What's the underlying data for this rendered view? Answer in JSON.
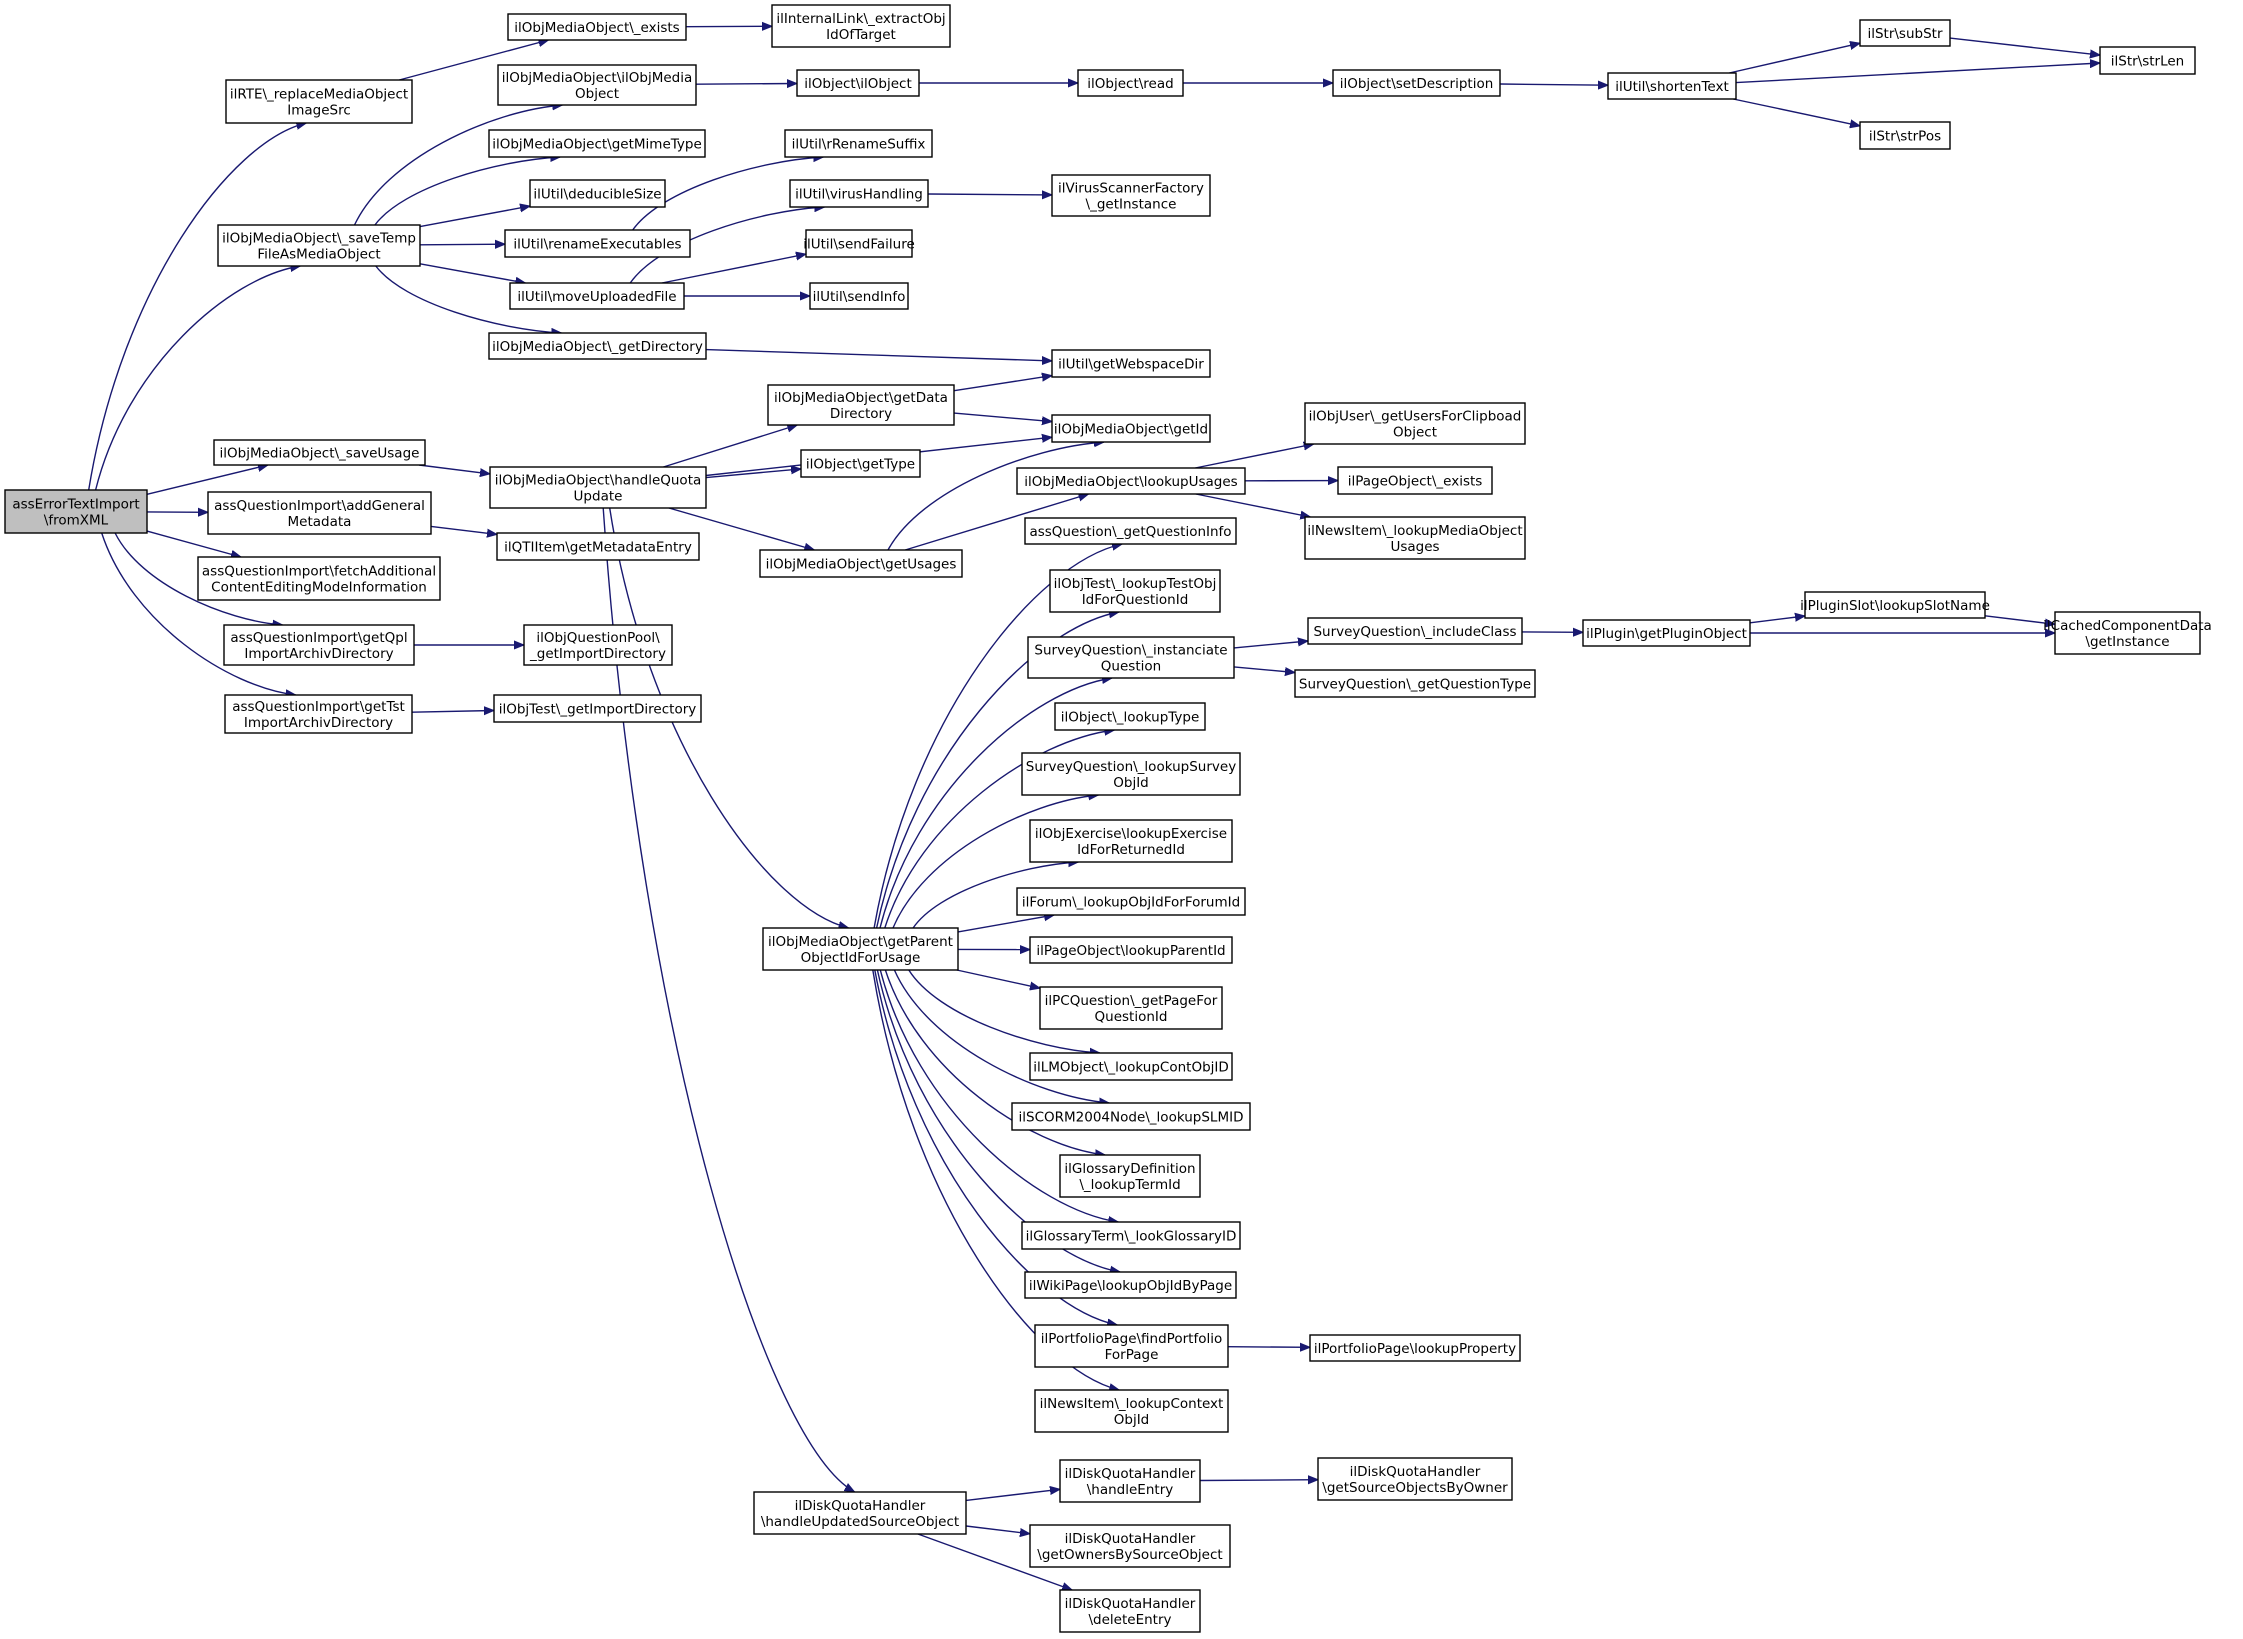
{
  "diagram": {
    "type": "call-graph",
    "colors": {
      "edge": "#191970",
      "root_fill": "#bfbfbf",
      "node_fill": "#ffffff",
      "border": "#000000"
    },
    "root": "n_root",
    "nodes": [
      {
        "id": "n_root",
        "lines": [
          "assErrorTextImport",
          "\\fromXML"
        ]
      },
      {
        "id": "n_rte",
        "lines": [
          "ilRTE\\_replaceMediaObject",
          "ImageSrc"
        ]
      },
      {
        "id": "n_savetemp",
        "lines": [
          "ilObjMediaObject\\_saveTemp",
          "FileAsMediaObject"
        ]
      },
      {
        "id": "n_saveusage",
        "lines": [
          "ilObjMediaObject\\_saveUsage"
        ]
      },
      {
        "id": "n_addgen",
        "lines": [
          "assQuestionImport\\addGeneral",
          "Metadata"
        ]
      },
      {
        "id": "n_fetch",
        "lines": [
          "assQuestionImport\\fetchAdditional",
          "ContentEditingModeInformation"
        ]
      },
      {
        "id": "n_getqpl",
        "lines": [
          "assQuestionImport\\getQpl",
          "ImportArchivDirectory"
        ]
      },
      {
        "id": "n_gettst",
        "lines": [
          "assQuestionImport\\getTst",
          "ImportArchivDirectory"
        ]
      },
      {
        "id": "n_exists",
        "lines": [
          "ilObjMediaObject\\_exists"
        ]
      },
      {
        "id": "n_ctor",
        "lines": [
          "ilObjMediaObject\\ilObjMedia",
          "Object"
        ]
      },
      {
        "id": "n_mime",
        "lines": [
          "ilObjMediaObject\\getMimeType"
        ]
      },
      {
        "id": "n_dedsize",
        "lines": [
          "ilUtil\\deducibleSize"
        ]
      },
      {
        "id": "n_renexec",
        "lines": [
          "ilUtil\\renameExecutables"
        ]
      },
      {
        "id": "n_moveup",
        "lines": [
          "ilUtil\\moveUploadedFile"
        ]
      },
      {
        "id": "n_getdir",
        "lines": [
          "ilObjMediaObject\\_getDirectory"
        ]
      },
      {
        "id": "n_handlequota",
        "lines": [
          "ilObjMediaObject\\handleQuota",
          "Update"
        ]
      },
      {
        "id": "n_qtiitem",
        "lines": [
          "ilQTIItem\\getMetadataEntry"
        ]
      },
      {
        "id": "n_qpldir",
        "lines": [
          "ilObjQuestionPool\\",
          "_getImportDirectory"
        ]
      },
      {
        "id": "n_tstdir",
        "lines": [
          "ilObjTest\\_getImportDirectory"
        ]
      },
      {
        "id": "n_intlink",
        "lines": [
          "ilInternalLink\\_extractObj",
          "IdOfTarget"
        ]
      },
      {
        "id": "n_ilobject",
        "lines": [
          "ilObject\\ilObject"
        ]
      },
      {
        "id": "n_rrename",
        "lines": [
          "ilUtil\\rRenameSuffix"
        ]
      },
      {
        "id": "n_virus",
        "lines": [
          "ilUtil\\virusHandling"
        ]
      },
      {
        "id": "n_sendfail",
        "lines": [
          "ilUtil\\sendFailure"
        ]
      },
      {
        "id": "n_sendinfo",
        "lines": [
          "ilUtil\\sendInfo"
        ]
      },
      {
        "id": "n_webdir",
        "lines": [
          "ilUtil\\getWebspaceDir"
        ]
      },
      {
        "id": "n_getdatadir",
        "lines": [
          "ilObjMediaObject\\getData",
          "Directory"
        ]
      },
      {
        "id": "n_gettype",
        "lines": [
          "ilObject\\getType"
        ]
      },
      {
        "id": "n_getusages",
        "lines": [
          "ilObjMediaObject\\getUsages"
        ]
      },
      {
        "id": "n_getparent",
        "lines": [
          "ilObjMediaObject\\getParent",
          "ObjectIdForUsage"
        ]
      },
      {
        "id": "n_diskupd",
        "lines": [
          "ilDiskQuotaHandler",
          "\\handleUpdatedSourceObject"
        ]
      },
      {
        "id": "n_read",
        "lines": [
          "ilObject\\read"
        ]
      },
      {
        "id": "n_virusfac",
        "lines": [
          "ilVirusScannerFactory",
          "\\_getInstance"
        ]
      },
      {
        "id": "n_getid",
        "lines": [
          "ilObjMediaObject\\getId"
        ]
      },
      {
        "id": "n_lookupusages",
        "lines": [
          "ilObjMediaObject\\lookupUsages"
        ]
      },
      {
        "id": "n_getqinfo",
        "lines": [
          "assQuestion\\_getQuestionInfo"
        ]
      },
      {
        "id": "n_lookuptestobj",
        "lines": [
          "ilObjTest\\_lookupTestObj",
          "IdForQuestionId"
        ]
      },
      {
        "id": "n_instq",
        "lines": [
          "SurveyQuestion\\_instanciate",
          "Question"
        ]
      },
      {
        "id": "n_lookuptype",
        "lines": [
          "ilObject\\_lookupType"
        ]
      },
      {
        "id": "n_lookupsurvey",
        "lines": [
          "SurveyQuestion\\_lookupSurvey",
          "ObjId"
        ]
      },
      {
        "id": "n_lookupexercise",
        "lines": [
          "ilObjExercise\\lookupExercise",
          "IdForReturnedId"
        ]
      },
      {
        "id": "n_forum",
        "lines": [
          "ilForum\\_lookupObjIdForForumId"
        ]
      },
      {
        "id": "n_pageparent",
        "lines": [
          "ilPageObject\\lookupParentId"
        ]
      },
      {
        "id": "n_pcquestion",
        "lines": [
          "ilPCQuestion\\_getPageFor",
          "QuestionId"
        ]
      },
      {
        "id": "n_lmobject",
        "lines": [
          "ilLMObject\\_lookupContObjID"
        ]
      },
      {
        "id": "n_scorm",
        "lines": [
          "ilSCORM2004Node\\_lookupSLMID"
        ]
      },
      {
        "id": "n_glossdef",
        "lines": [
          "ilGlossaryDefinition",
          "\\_lookupTermId"
        ]
      },
      {
        "id": "n_glossterm",
        "lines": [
          "ilGlossaryTerm\\_lookGlossaryID"
        ]
      },
      {
        "id": "n_wiki",
        "lines": [
          "ilWikiPage\\lookupObjIdByPage"
        ]
      },
      {
        "id": "n_portfind",
        "lines": [
          "ilPortfolioPage\\findPortfolio",
          "ForPage"
        ]
      },
      {
        "id": "n_newsctx",
        "lines": [
          "ilNewsItem\\_lookupContext",
          "ObjId"
        ]
      },
      {
        "id": "n_diskhandle",
        "lines": [
          "ilDiskQuotaHandler",
          "\\handleEntry"
        ]
      },
      {
        "id": "n_diskowners",
        "lines": [
          "ilDiskQuotaHandler",
          "\\getOwnersBySourceObject"
        ]
      },
      {
        "id": "n_diskdelete",
        "lines": [
          "ilDiskQuotaHandler",
          "\\deleteEntry"
        ]
      },
      {
        "id": "n_setdesc",
        "lines": [
          "ilObject\\setDescription"
        ]
      },
      {
        "id": "n_usersclip",
        "lines": [
          "ilObjUser\\_getUsersForClipboad",
          "Object"
        ]
      },
      {
        "id": "n_pageexists",
        "lines": [
          "ilPageObject\\_exists"
        ]
      },
      {
        "id": "n_newsmedia",
        "lines": [
          "ilNewsItem\\_lookupMediaObject",
          "Usages"
        ]
      },
      {
        "id": "n_includeclass",
        "lines": [
          "SurveyQuestion\\_includeClass"
        ]
      },
      {
        "id": "n_getqtype",
        "lines": [
          "SurveyQuestion\\_getQuestionType"
        ]
      },
      {
        "id": "n_portprop",
        "lines": [
          "ilPortfolioPage\\lookupProperty"
        ]
      },
      {
        "id": "n_diskgetsrc",
        "lines": [
          "ilDiskQuotaHandler",
          "\\getSourceObjectsByOwner"
        ]
      },
      {
        "id": "n_shorten",
        "lines": [
          "ilUtil\\shortenText"
        ]
      },
      {
        "id": "n_plugin",
        "lines": [
          "ilPlugin\\getPluginObject"
        ]
      },
      {
        "id": "n_substr",
        "lines": [
          "ilStr\\subStr"
        ]
      },
      {
        "id": "n_strpos",
        "lines": [
          "ilStr\\strPos"
        ]
      },
      {
        "id": "n_slot",
        "lines": [
          "ilPluginSlot\\lookupSlotName"
        ]
      },
      {
        "id": "n_strlen",
        "lines": [
          "ilStr\\strLen"
        ]
      },
      {
        "id": "n_cached",
        "lines": [
          "ilCachedComponentData",
          "\\getInstance"
        ]
      }
    ],
    "edges": [
      [
        "n_root",
        "n_rte"
      ],
      [
        "n_root",
        "n_savetemp"
      ],
      [
        "n_root",
        "n_saveusage"
      ],
      [
        "n_root",
        "n_addgen"
      ],
      [
        "n_root",
        "n_fetch"
      ],
      [
        "n_root",
        "n_getqpl"
      ],
      [
        "n_root",
        "n_gettst"
      ],
      [
        "n_rte",
        "n_exists"
      ],
      [
        "n_exists",
        "n_intlink"
      ],
      [
        "n_savetemp",
        "n_ctor"
      ],
      [
        "n_savetemp",
        "n_mime"
      ],
      [
        "n_savetemp",
        "n_dedsize"
      ],
      [
        "n_savetemp",
        "n_renexec"
      ],
      [
        "n_savetemp",
        "n_moveup"
      ],
      [
        "n_savetemp",
        "n_getdir"
      ],
      [
        "n_ctor",
        "n_ilobject"
      ],
      [
        "n_ilobject",
        "n_read"
      ],
      [
        "n_read",
        "n_setdesc"
      ],
      [
        "n_setdesc",
        "n_shorten"
      ],
      [
        "n_shorten",
        "n_substr"
      ],
      [
        "n_shorten",
        "n_strlen"
      ],
      [
        "n_shorten",
        "n_strpos"
      ],
      [
        "n_substr",
        "n_strlen"
      ],
      [
        "n_renexec",
        "n_rrename"
      ],
      [
        "n_moveup",
        "n_virus"
      ],
      [
        "n_moveup",
        "n_sendfail"
      ],
      [
        "n_moveup",
        "n_sendinfo"
      ],
      [
        "n_virus",
        "n_virusfac"
      ],
      [
        "n_getdir",
        "n_webdir"
      ],
      [
        "n_saveusage",
        "n_handlequota"
      ],
      [
        "n_handlequota",
        "n_getdatadir"
      ],
      [
        "n_handlequota",
        "n_gettype"
      ],
      [
        "n_handlequota",
        "n_getid"
      ],
      [
        "n_handlequota",
        "n_getusages"
      ],
      [
        "n_handlequota",
        "n_getparent"
      ],
      [
        "n_handlequota",
        "n_diskupd"
      ],
      [
        "n_getdatadir",
        "n_webdir"
      ],
      [
        "n_getdatadir",
        "n_getid"
      ],
      [
        "n_getusages",
        "n_getid"
      ],
      [
        "n_getusages",
        "n_lookupusages"
      ],
      [
        "n_lookupusages",
        "n_usersclip"
      ],
      [
        "n_lookupusages",
        "n_pageexists"
      ],
      [
        "n_lookupusages",
        "n_newsmedia"
      ],
      [
        "n_addgen",
        "n_qtiitem"
      ],
      [
        "n_getqpl",
        "n_qpldir"
      ],
      [
        "n_gettst",
        "n_tstdir"
      ],
      [
        "n_getparent",
        "n_getqinfo"
      ],
      [
        "n_getparent",
        "n_lookuptestobj"
      ],
      [
        "n_getparent",
        "n_instq"
      ],
      [
        "n_getparent",
        "n_lookuptype"
      ],
      [
        "n_getparent",
        "n_lookupsurvey"
      ],
      [
        "n_getparent",
        "n_lookupexercise"
      ],
      [
        "n_getparent",
        "n_forum"
      ],
      [
        "n_getparent",
        "n_pageparent"
      ],
      [
        "n_getparent",
        "n_pcquestion"
      ],
      [
        "n_getparent",
        "n_lmobject"
      ],
      [
        "n_getparent",
        "n_scorm"
      ],
      [
        "n_getparent",
        "n_glossdef"
      ],
      [
        "n_getparent",
        "n_glossterm"
      ],
      [
        "n_getparent",
        "n_wiki"
      ],
      [
        "n_getparent",
        "n_portfind"
      ],
      [
        "n_getparent",
        "n_newsctx"
      ],
      [
        "n_instq",
        "n_includeclass"
      ],
      [
        "n_instq",
        "n_getqtype"
      ],
      [
        "n_includeclass",
        "n_plugin"
      ],
      [
        "n_plugin",
        "n_slot"
      ],
      [
        "n_plugin",
        "n_cached"
      ],
      [
        "n_slot",
        "n_cached"
      ],
      [
        "n_portfind",
        "n_portprop"
      ],
      [
        "n_diskupd",
        "n_diskhandle"
      ],
      [
        "n_diskupd",
        "n_diskowners"
      ],
      [
        "n_diskupd",
        "n_diskdelete"
      ],
      [
        "n_diskhandle",
        "n_diskgetsrc"
      ]
    ]
  }
}
